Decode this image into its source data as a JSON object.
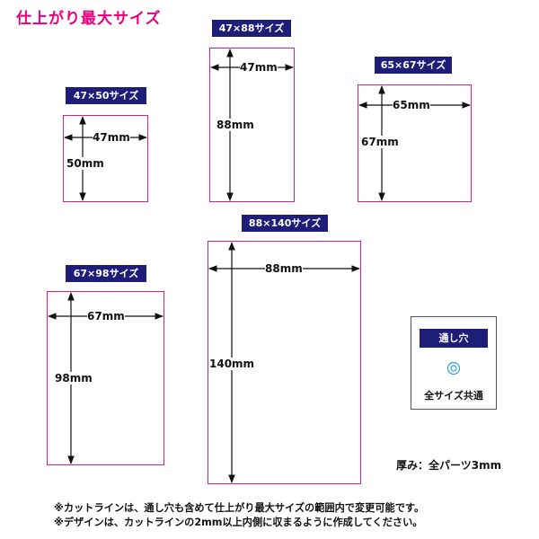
{
  "title": "仕上がり最大サイズ",
  "sizes": [
    {
      "id": "47x50",
      "label": "47×50サイズ",
      "width": "47mm",
      "height": "50mm"
    },
    {
      "id": "47x88",
      "label": "47×88サイズ",
      "width": "47mm",
      "height": "88mm"
    },
    {
      "id": "65x67",
      "label": "65×67サイズ",
      "width": "65mm",
      "height": "67mm"
    },
    {
      "id": "88x140",
      "label": "88×140サイズ",
      "width": "88mm",
      "height": "140mm"
    },
    {
      "id": "67x98",
      "label": "67×98サイズ",
      "width": "67mm",
      "height": "98mm"
    }
  ],
  "legend": {
    "badge": "通し穴",
    "icon": "hole-icon",
    "text": "全サイズ共通"
  },
  "thickness": "厚み：全パーツ3mm",
  "notes": [
    "※カットラインは、通し穴も含めて仕上がり最大サイズの範囲内で変更可能です。",
    "※デザインは、カットラインの2mm以上内側に収まるように作成してください。"
  ],
  "colors": {
    "accent": "#e6007e",
    "badge": "#1e1e78",
    "border": "#d6218c"
  }
}
